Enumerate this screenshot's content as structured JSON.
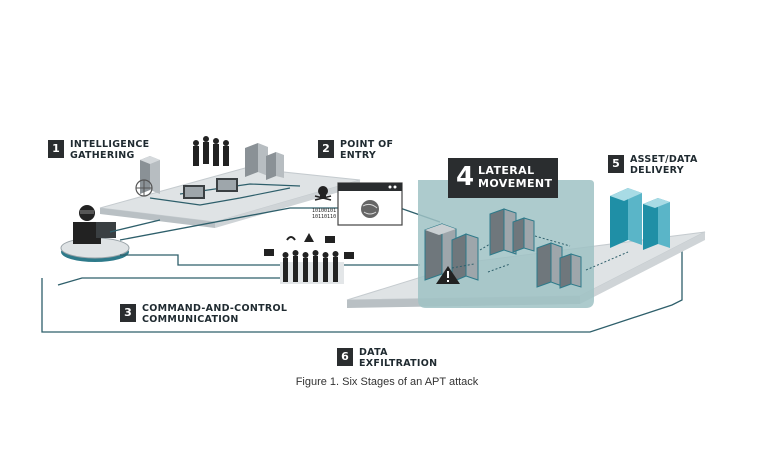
{
  "stages": [
    {
      "number": "1",
      "line1": "INTELLIGENCE",
      "line2": "GATHERING"
    },
    {
      "number": "2",
      "line1": "POINT OF",
      "line2": "ENTRY"
    },
    {
      "number": "3",
      "line1": "COMMAND-AND-CONTROL",
      "line2": "COMMUNICATION"
    },
    {
      "number": "4",
      "line1": "LATERAL",
      "line2": "MOVEMENT"
    },
    {
      "number": "5",
      "line1": "ASSET/DATA",
      "line2": "DELIVERY"
    },
    {
      "number": "6",
      "line1": "DATA",
      "line2": "EXFILTRATION"
    }
  ],
  "binary_text": [
    "10100101",
    "10110110"
  ],
  "caption": "Figure 1. Six Stages of an APT attack",
  "colors": {
    "line": "#2e5f6b",
    "platform": "#dfe3e5",
    "platform_side": "#b9c0c4",
    "zone": "#9fc2c4",
    "server": "#8a9196",
    "teal_server": "#1f8fa6",
    "dark": "#2a2d2f"
  }
}
